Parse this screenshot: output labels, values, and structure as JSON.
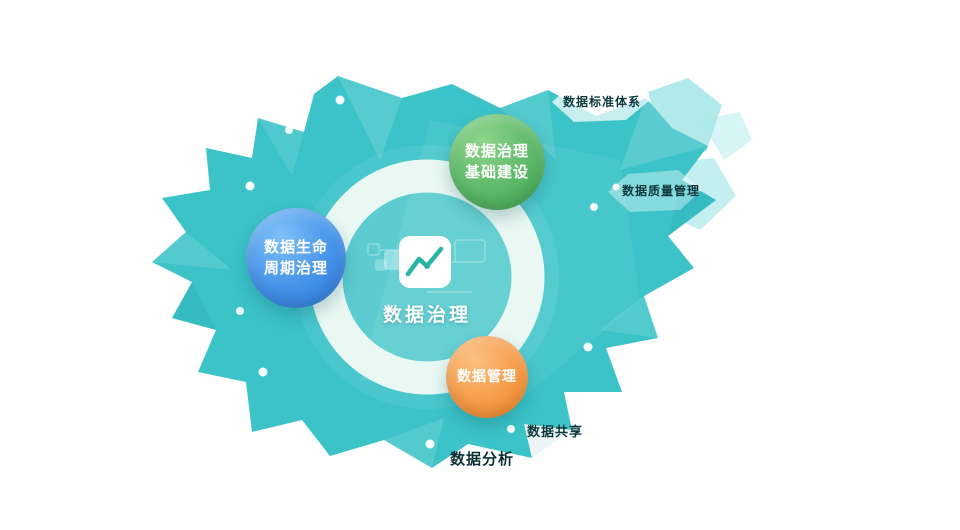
{
  "center": {
    "label": "数据治理",
    "icon": "line-chart-icon"
  },
  "nodes": {
    "foundation": {
      "line1": "数据治理",
      "line2": "基础建设"
    },
    "lifecycle": {
      "line1": "数据生命",
      "line2": "周期治理"
    },
    "management": {
      "line1": "数据管理"
    }
  },
  "peripheral_labels": {
    "top_right": "数据标准体系",
    "right": "数据质量管理",
    "bottom_right": "数据共享",
    "bottom": "数据分析"
  },
  "colors": {
    "blob_teal": "#3bc3c8",
    "ring_mint": "#e9f8f3",
    "node_green": "#5bb968",
    "node_blue": "#4392ea",
    "node_orange": "#f69b46",
    "icon_teal": "#2ab4a6",
    "label_dark": "#0e3a3e"
  }
}
